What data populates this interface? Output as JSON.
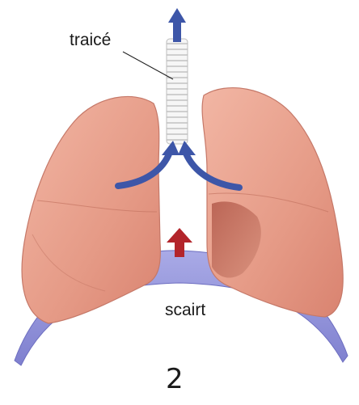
{
  "labels": {
    "trachea": "traicé",
    "diaphragm": "scairt",
    "panel_number": "2"
  },
  "colors": {
    "lung_fill": "#e9a18c",
    "lung_shadow": "#c2685a",
    "diaphragm_fill": "#8f90d8",
    "arrow_blue": "#3d56a8",
    "arrow_red": "#b3252b",
    "trachea_fill": "#f1f1f1"
  },
  "icons": {
    "air_out_arrow": "up-arrow-icon",
    "air_flow_arrows": "curved-arrow-icon",
    "diaphragm_arrow": "up-arrow-icon"
  }
}
